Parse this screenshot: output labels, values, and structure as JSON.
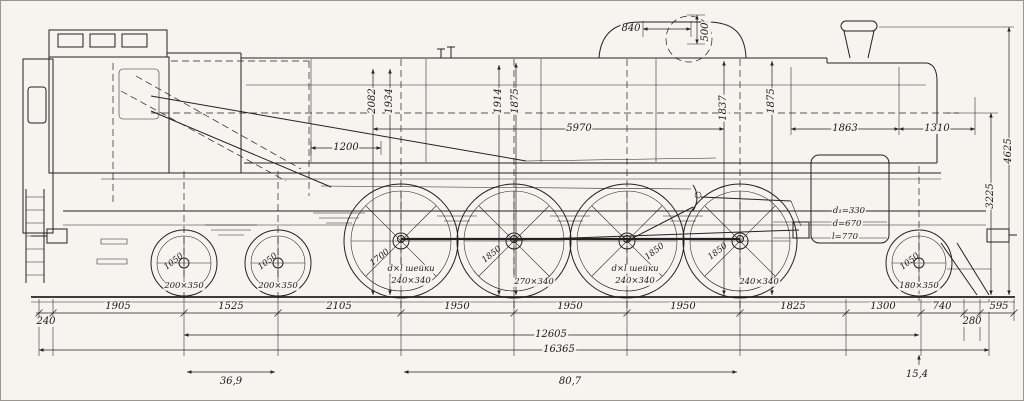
{
  "diagram": {
    "top_dims": {
      "dome_diameter": "840",
      "dome_height": "500"
    },
    "height_dims": {
      "h1": "2082",
      "h2": "1934",
      "h3": "1914",
      "h4": "1875",
      "h5": "1837",
      "h6": "1875",
      "rail_to_stack": "4625",
      "rail_to_boiler_center": "3225"
    },
    "length_dims": {
      "boiler_span": "5970",
      "l1200": "1200",
      "l1863": "1863",
      "l1310": "1310"
    },
    "cylinder_note": {
      "line1": "d₁=330",
      "line2": "d=670",
      "line3": "l=770"
    },
    "wheels": {
      "bogie1_diameter": "1050",
      "bogie1_journal": "200×350",
      "bogie2_diameter": "1050",
      "bogie2_journal": "200×350",
      "driver1_diameter": "1700",
      "driver1_note": "d×l шейки",
      "driver1_journal": "240×340",
      "driver2_diameter": "1850",
      "driver2_journal": "270×340",
      "driver3_diameter": "1850",
      "driver3_note": "d×l шейки",
      "driver3_journal": "240×340",
      "driver4_diameter": "1850",
      "driver4_journal": "240×340",
      "trailing_diameter": "1050",
      "trailing_journal": "180×350"
    },
    "bottom_chain": [
      "240",
      "1905",
      "1525",
      "2105",
      "1950",
      "1950",
      "1950",
      "1825",
      "1300",
      "740",
      "280",
      "595"
    ],
    "totals": {
      "wheelbase": "12605",
      "overall": "16365"
    },
    "axle_loads": {
      "bogie": "36,9",
      "drivers": "80,7",
      "trailing": "15,4"
    }
  }
}
